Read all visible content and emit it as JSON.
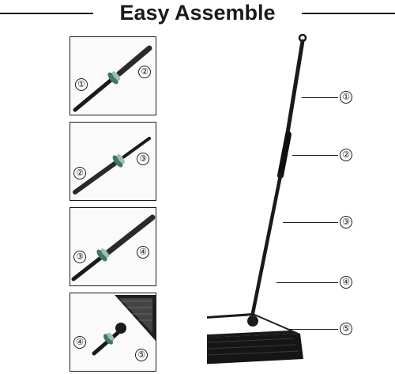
{
  "header": {
    "title": "Easy Assemble"
  },
  "panels": [
    {
      "left_label": "①",
      "right_label": "②"
    },
    {
      "left_label": "②",
      "right_label": "③"
    },
    {
      "left_label": "③",
      "right_label": "④"
    },
    {
      "left_label": "④",
      "right_label": "⑤"
    }
  ],
  "broom_callouts": [
    "①",
    "②",
    "③",
    "④",
    "⑤"
  ],
  "colors": {
    "pole": "#1a1a1a",
    "connector": "#3f7a5e",
    "frame": "#1a1a1a"
  }
}
